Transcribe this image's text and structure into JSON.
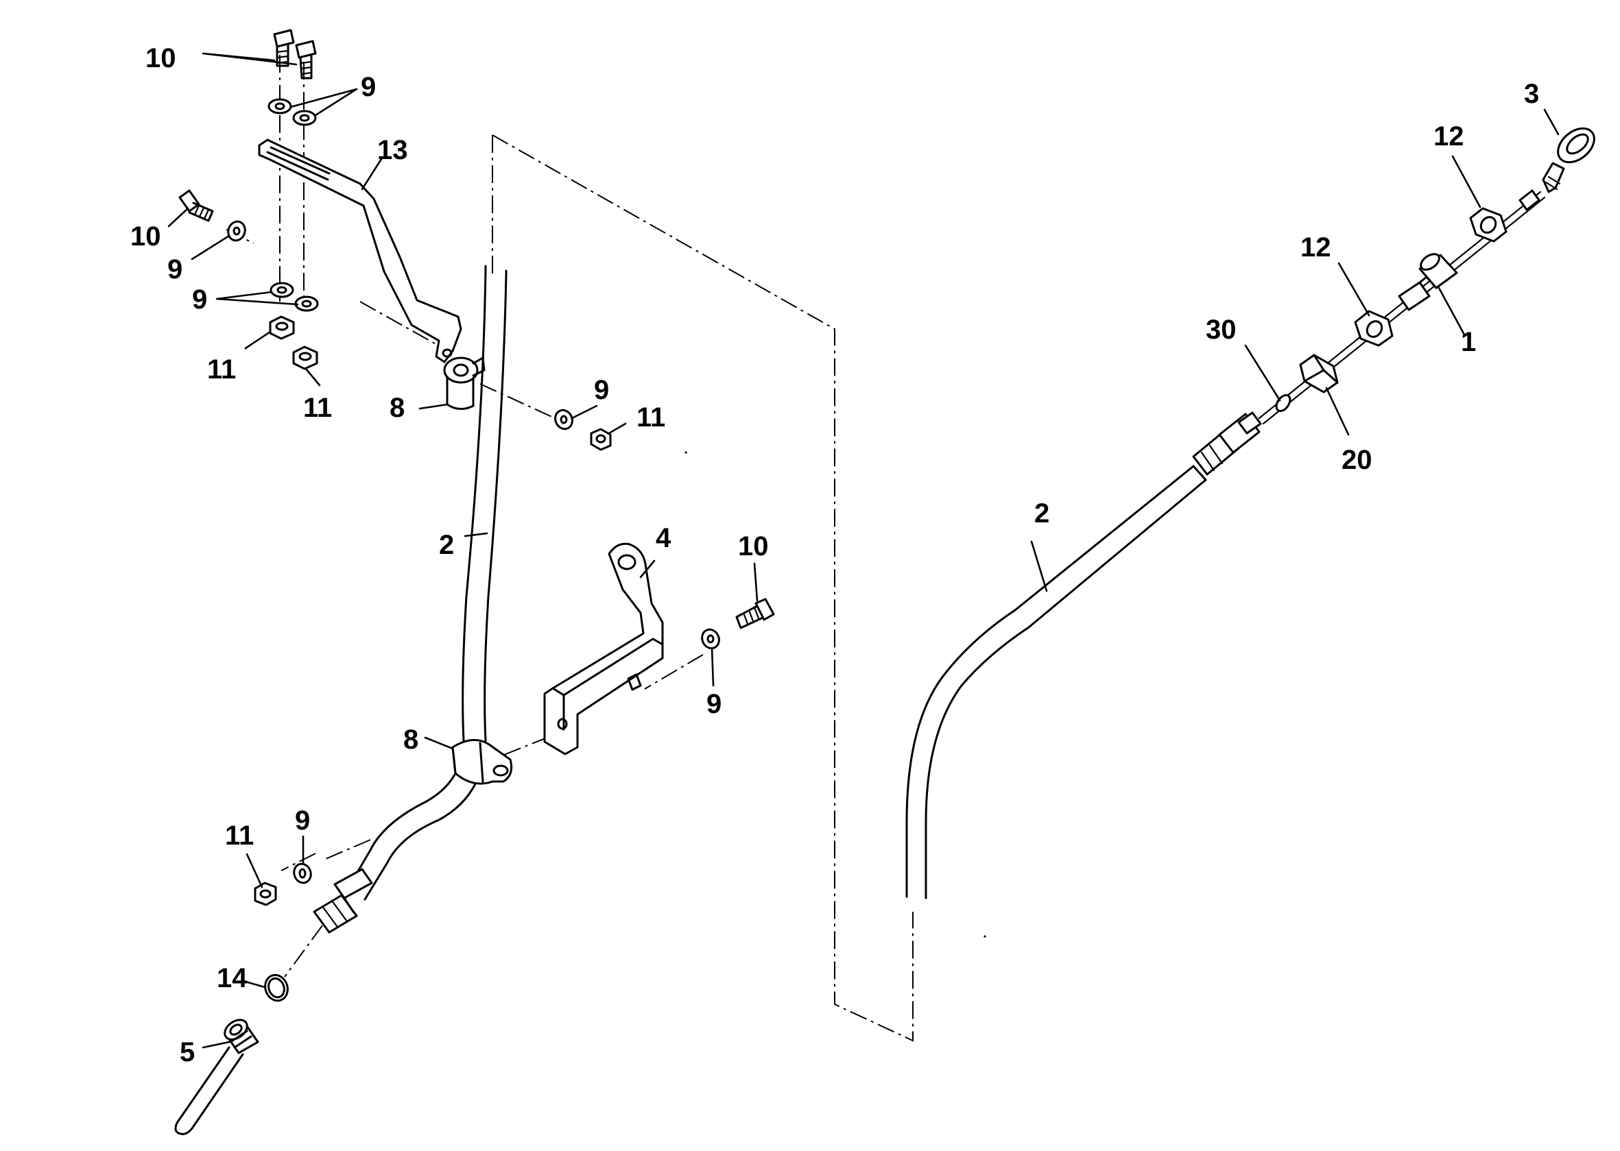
{
  "callouts": {
    "c10_top": "10",
    "c9_top": "9",
    "c13": "13",
    "c10_left": "10",
    "c9_left": "9",
    "c9_pair": "9",
    "c11_a": "11",
    "c11_b": "11",
    "c8_upper": "8",
    "c9_mid": "9",
    "c11_mid": "11",
    "c2_left": "2",
    "c4": "4",
    "c10_right": "10",
    "c9_right": "9",
    "c8_lower": "8",
    "c11_low": "11",
    "c9_low": "9",
    "c14": "14",
    "c5": "5",
    "c3": "3",
    "c12_top": "12",
    "c12_mid": "12",
    "c1": "1",
    "c30": "30",
    "c20": "20",
    "c2_right": "2"
  }
}
